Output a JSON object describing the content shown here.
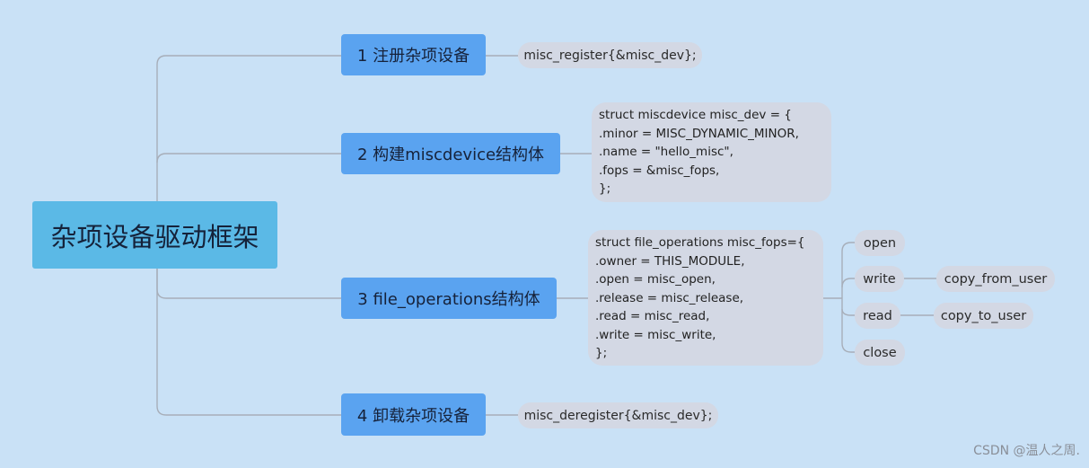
{
  "root": {
    "label": "杂项设备驱动框架"
  },
  "branches": [
    {
      "label": "1 注册杂项设备"
    },
    {
      "label": "2 构建miscdevice结构体"
    },
    {
      "label": "3 file_operations结构体"
    },
    {
      "label": "4 卸载杂项设备"
    }
  ],
  "register_call": "misc_register{&misc_dev};",
  "miscdevice_code": [
    "struct miscdevice misc_dev = {",
    ".minor = MISC_DYNAMIC_MINOR,",
    ".name = \"hello_misc\",",
    ".fops = &misc_fops,",
    "};"
  ],
  "fops_code": [
    "struct file_operations misc_fops={",
    ".owner = THIS_MODULE,",
    ".open = misc_open,",
    ".release = misc_release,",
    ".read = misc_read,",
    ".write = misc_write,",
    "};"
  ],
  "fops_items": [
    {
      "label": "open"
    },
    {
      "label": "write",
      "child": "copy_from_user"
    },
    {
      "label": "read",
      "child": "copy_to_user"
    },
    {
      "label": "close"
    }
  ],
  "deregister_call": "misc_deregister{&misc_dev};",
  "watermark": "CSDN @温人之周."
}
